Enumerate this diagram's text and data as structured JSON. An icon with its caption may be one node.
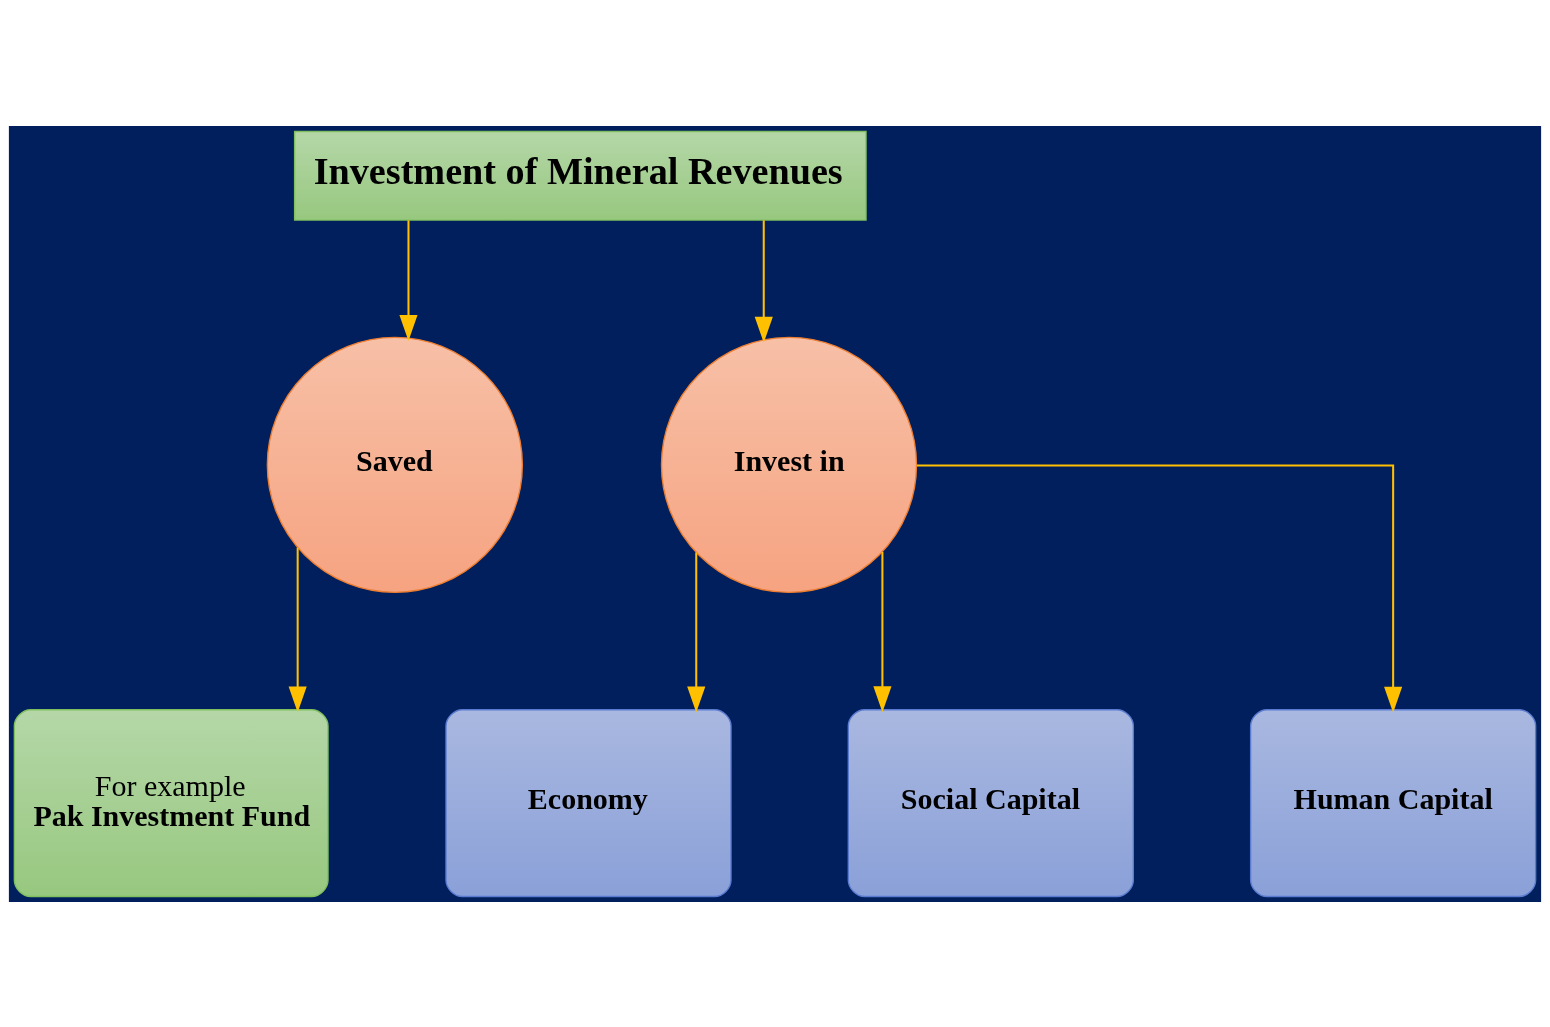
{
  "diagram": {
    "nodes": [
      {
        "text": [
          "Investment of Mineral Revenues"
        ]
      },
      {
        "text": [
          "Saved"
        ]
      },
      {
        "text": [
          "Invest in"
        ]
      },
      {
        "text": [
          "For example",
          "Pak Investment Fund"
        ]
      },
      {
        "text": [
          "Economy"
        ]
      },
      {
        "text": [
          "Social Capital"
        ]
      },
      {
        "text": [
          "Human Capital"
        ]
      }
    ],
    "edges": [
      {
        "from": 0,
        "to": 1,
        "arrow": "to"
      },
      {
        "from": 0,
        "to": 2,
        "arrow": "to"
      },
      {
        "from": 1,
        "to": 3,
        "arrow": "to"
      },
      {
        "from": 2,
        "to": 4,
        "arrow": "to"
      },
      {
        "from": 2,
        "to": 5,
        "arrow": "to"
      },
      {
        "from": 2,
        "to": 6,
        "arrow": "to"
      }
    ]
  }
}
